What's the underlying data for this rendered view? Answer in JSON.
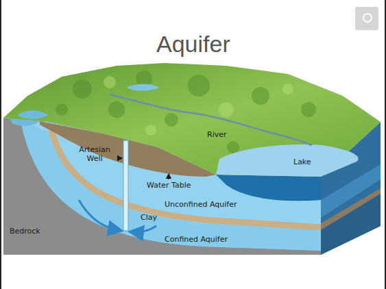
{
  "diagram": {
    "title": "Aquifer",
    "labels": [
      "Artesian Well",
      "River",
      "Lake",
      "Water Table",
      "Unconfined Aquifer",
      "Clay",
      "Bedrock",
      "Confined Aquifer"
    ]
  }
}
